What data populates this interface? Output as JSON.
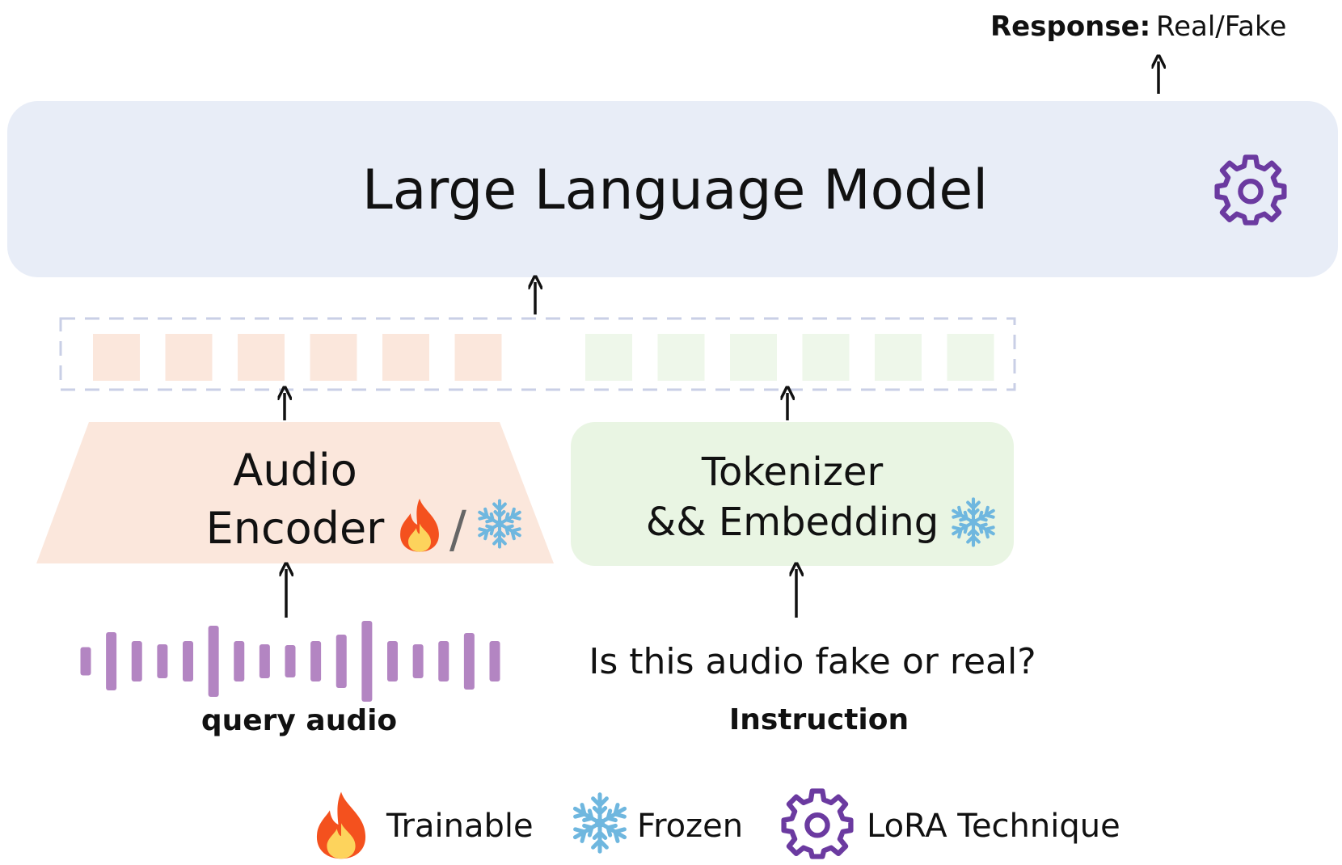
{
  "response": {
    "label": "Response:",
    "value": "Real/Fake"
  },
  "llm": {
    "title": "Large Language Model",
    "icon": "gear-icon",
    "fill": "#e8edf7",
    "icon_color": "#6b3aa0"
  },
  "tokens": {
    "audio_token_count": 6,
    "text_token_count": 6,
    "audio_token_color": "#fbe7dc",
    "text_token_color": "#eef7ea",
    "border_color": "#c9cfe6"
  },
  "audio_encoder": {
    "line1": "Audio",
    "line2": "Encoder",
    "icons": [
      "fire-icon",
      "snowflake-icon"
    ],
    "separator": "/",
    "fill": "#fbe7dc"
  },
  "tokenizer": {
    "line1": "Tokenizer",
    "line2": "&& Embedding",
    "icon": "snowflake-icon",
    "fill": "#e9f5e3"
  },
  "query_audio": {
    "label": "query audio",
    "waveform_color": "#b385c2",
    "bar_levels": [
      0.35,
      0.72,
      0.5,
      0.42,
      0.5,
      0.88,
      0.5,
      0.42,
      0.4,
      0.5,
      0.66,
      1.0,
      0.5,
      0.42,
      0.5,
      0.7,
      0.5
    ]
  },
  "instruction": {
    "text": "Is this audio fake or real?",
    "label": "Instruction"
  },
  "legend": [
    {
      "icon": "fire-icon",
      "label": "Trainable"
    },
    {
      "icon": "snowflake-icon",
      "label": "Frozen"
    },
    {
      "icon": "gear-icon",
      "label": "LoRA Technique"
    }
  ]
}
